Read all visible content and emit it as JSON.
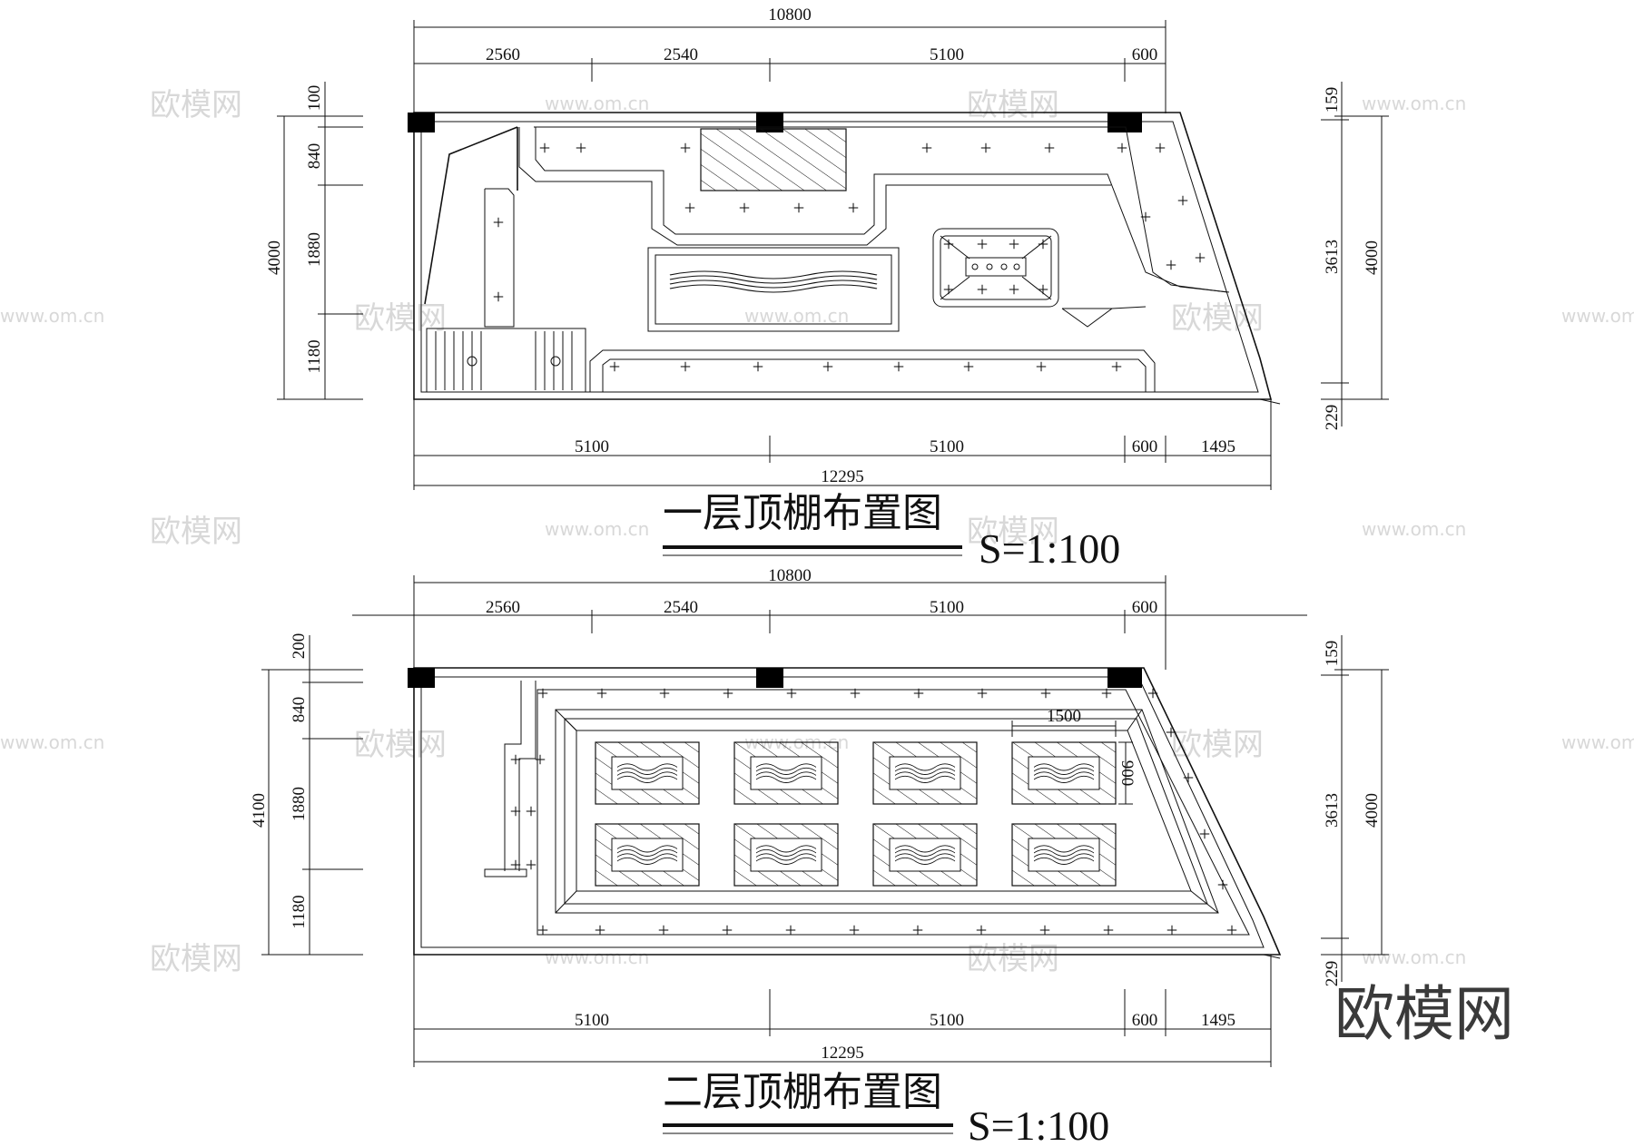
{
  "watermark": {
    "brand": "欧模网",
    "url": "www.om.cn",
    "corner_text": "欧模网"
  },
  "plans": [
    {
      "id": "floor1",
      "title": "一层顶棚布置图",
      "scale": "S=1:100",
      "top_total": "10800",
      "top_segments": [
        "2560",
        "2540",
        "5100",
        "600"
      ],
      "bottom_segments": [
        "5100",
        "5100",
        "600",
        "1495"
      ],
      "bottom_total": "12295",
      "left_total": "4000",
      "left_segments": [
        "100",
        "840",
        "1880",
        "1180"
      ],
      "right_segments": [
        "159",
        "3613",
        "229"
      ],
      "right_total": "4000"
    },
    {
      "id": "floor2",
      "title": "二层顶棚布置图",
      "scale": "S=1:100",
      "top_total": "10800",
      "top_segments": [
        "2560",
        "2540",
        "5100",
        "600"
      ],
      "bottom_segments": [
        "5100",
        "5100",
        "600",
        "1495"
      ],
      "bottom_total": "12295",
      "left_total": "4100",
      "left_segments": [
        "200",
        "840",
        "1880",
        "1180"
      ],
      "right_segments": [
        "159",
        "3613",
        "229"
      ],
      "right_total": "4000",
      "panel_width": "1500",
      "panel_height": "900"
    }
  ]
}
